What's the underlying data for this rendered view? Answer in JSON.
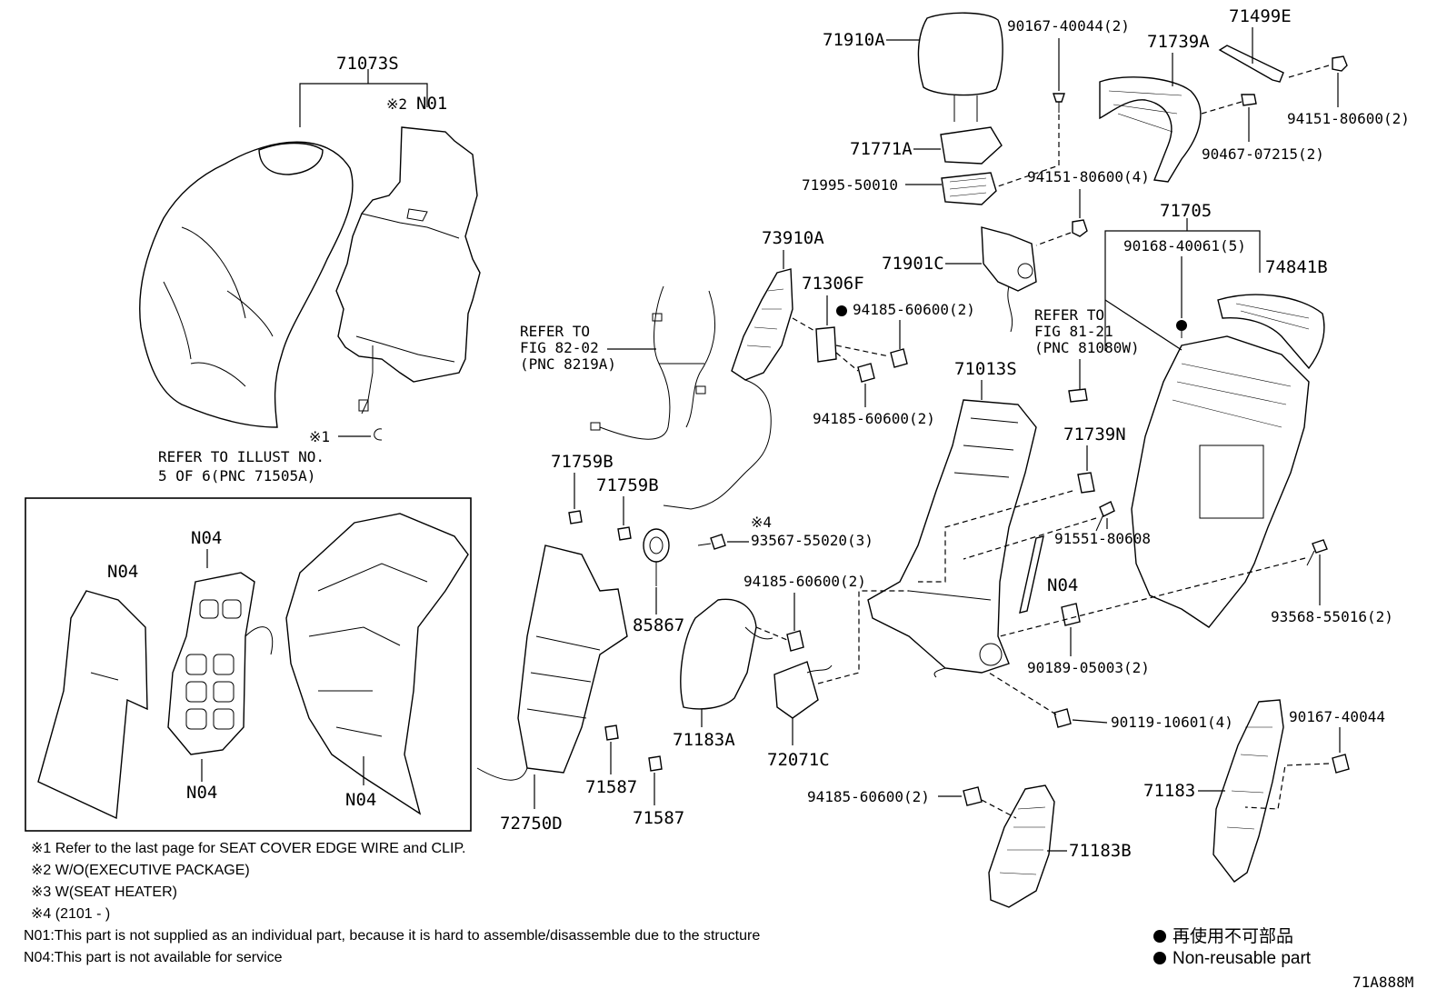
{
  "parts": {
    "p71073S": "71073S",
    "pN01": "N01",
    "pN01_mark": "※2",
    "pX1": "※1",
    "p71910A": "71910A",
    "p71771A": "71771A",
    "p71995": "71995-50010",
    "p90167_2": "90167-40044(2)",
    "p71739A": "71739A",
    "p71499E": "71499E",
    "p94151_2": "94151-80600(2)",
    "p90467": "90467-07215(2)",
    "p94151_4": "94151-80600(4)",
    "p71705": "71705",
    "p90168": "90168-40061(5)",
    "p74841B": "74841B",
    "p71901C": "71901C",
    "p73910A": "73910A",
    "p71306F": "71306F",
    "p94185_a": "94185-60600(2)",
    "p94185_b": "94185-60600(2)",
    "p71013S": "71013S",
    "p71739N": "71739N",
    "p91551": "91551-80608",
    "pN04_c": "N04",
    "p93568": "93568-55016(2)",
    "p90189": "90189-05003(2)",
    "p90119": "90119-10601(4)",
    "p90167_b": "90167-40044",
    "p71183": "71183",
    "p71183B": "71183B",
    "p94185_d": "94185-60600(2)",
    "p94185_c": "94185-60600(2)",
    "p71183A": "71183A",
    "p72071C": "72071C",
    "p93567": "93567-55020(3)",
    "p93567_mark": "※4",
    "p85867": "85867",
    "p71759B_a": "71759B",
    "p71759B_b": "71759B",
    "p71587_a": "71587",
    "p71587_b": "71587",
    "p72750D": "72750D"
  },
  "refs": {
    "fig82_l1": "REFER TO",
    "fig82_l2": "FIG 82-02",
    "fig82_l3": "(PNC 8219A)",
    "fig81_l1": "REFER TO",
    "fig81_l2": "FIG 81-21",
    "fig81_l3": "(PNC 81080W)",
    "illust_l1": "REFER TO ILLUST NO.",
    "illust_l2": "5 OF 6(PNC 71505A)"
  },
  "inset": {
    "n04_a": "N04",
    "n04_b": "N04",
    "n04_c": "N04",
    "n04_d": "N04"
  },
  "notes": [
    "※1 Refer to the last page for SEAT COVER EDGE WIRE and CLIP.",
    "※2 W/O(EXECUTIVE PACKAGE)",
    "※3 W(SEAT HEATER)",
    "※4 (2101 -    )",
    "N01:This part is not supplied as an individual part, because it is hard to assemble/disassemble due to the structure",
    "N04:This part is not available for service"
  ],
  "legend": {
    "jp": "再使用不可部品",
    "en": "Non-reusable part"
  },
  "figure_code": "71A888M"
}
